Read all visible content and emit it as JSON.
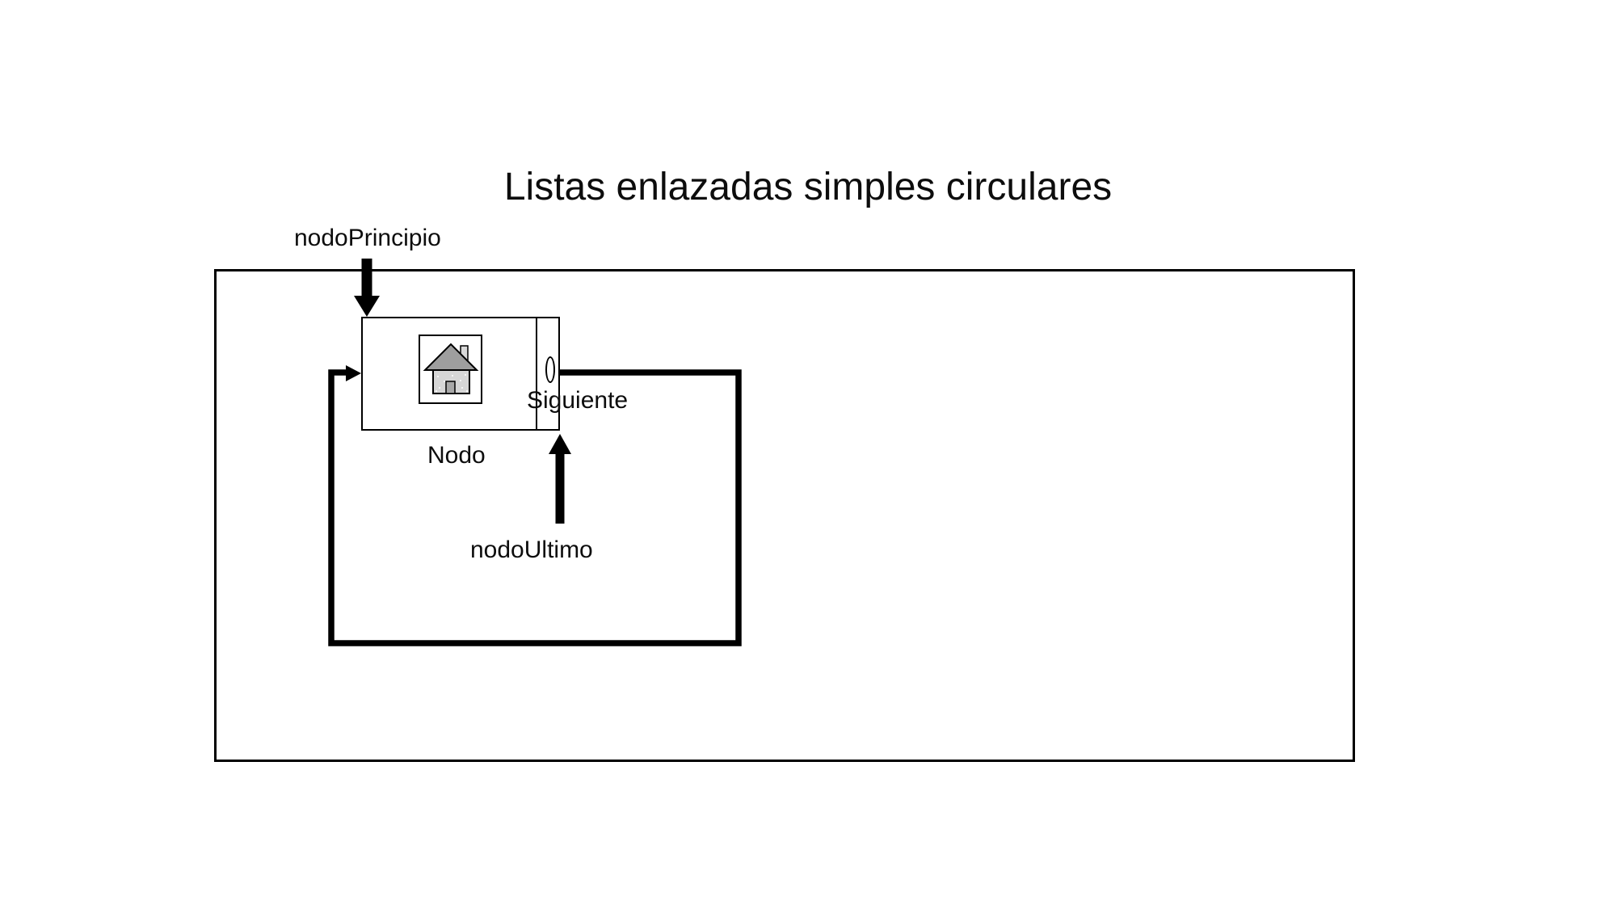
{
  "slide": {
    "title": "Listas enlazadas simples circulares"
  },
  "diagram": {
    "head_pointer_label": "nodoPrincipio",
    "tail_pointer_label": "nodoUltimo",
    "node_label": "Nodo",
    "pointer_field_label": "Siguiente",
    "icons": {
      "data_icon": "house-icon",
      "pointer_icon": "oval-pointer-icon"
    },
    "colors": {
      "ink": "#000000",
      "background": "#ffffff",
      "house_roof": "#9e9e9e",
      "house_wall": "#d6d6d6",
      "house_door": "#a8a8a8",
      "house_chimney": "#d9d9d9"
    }
  }
}
